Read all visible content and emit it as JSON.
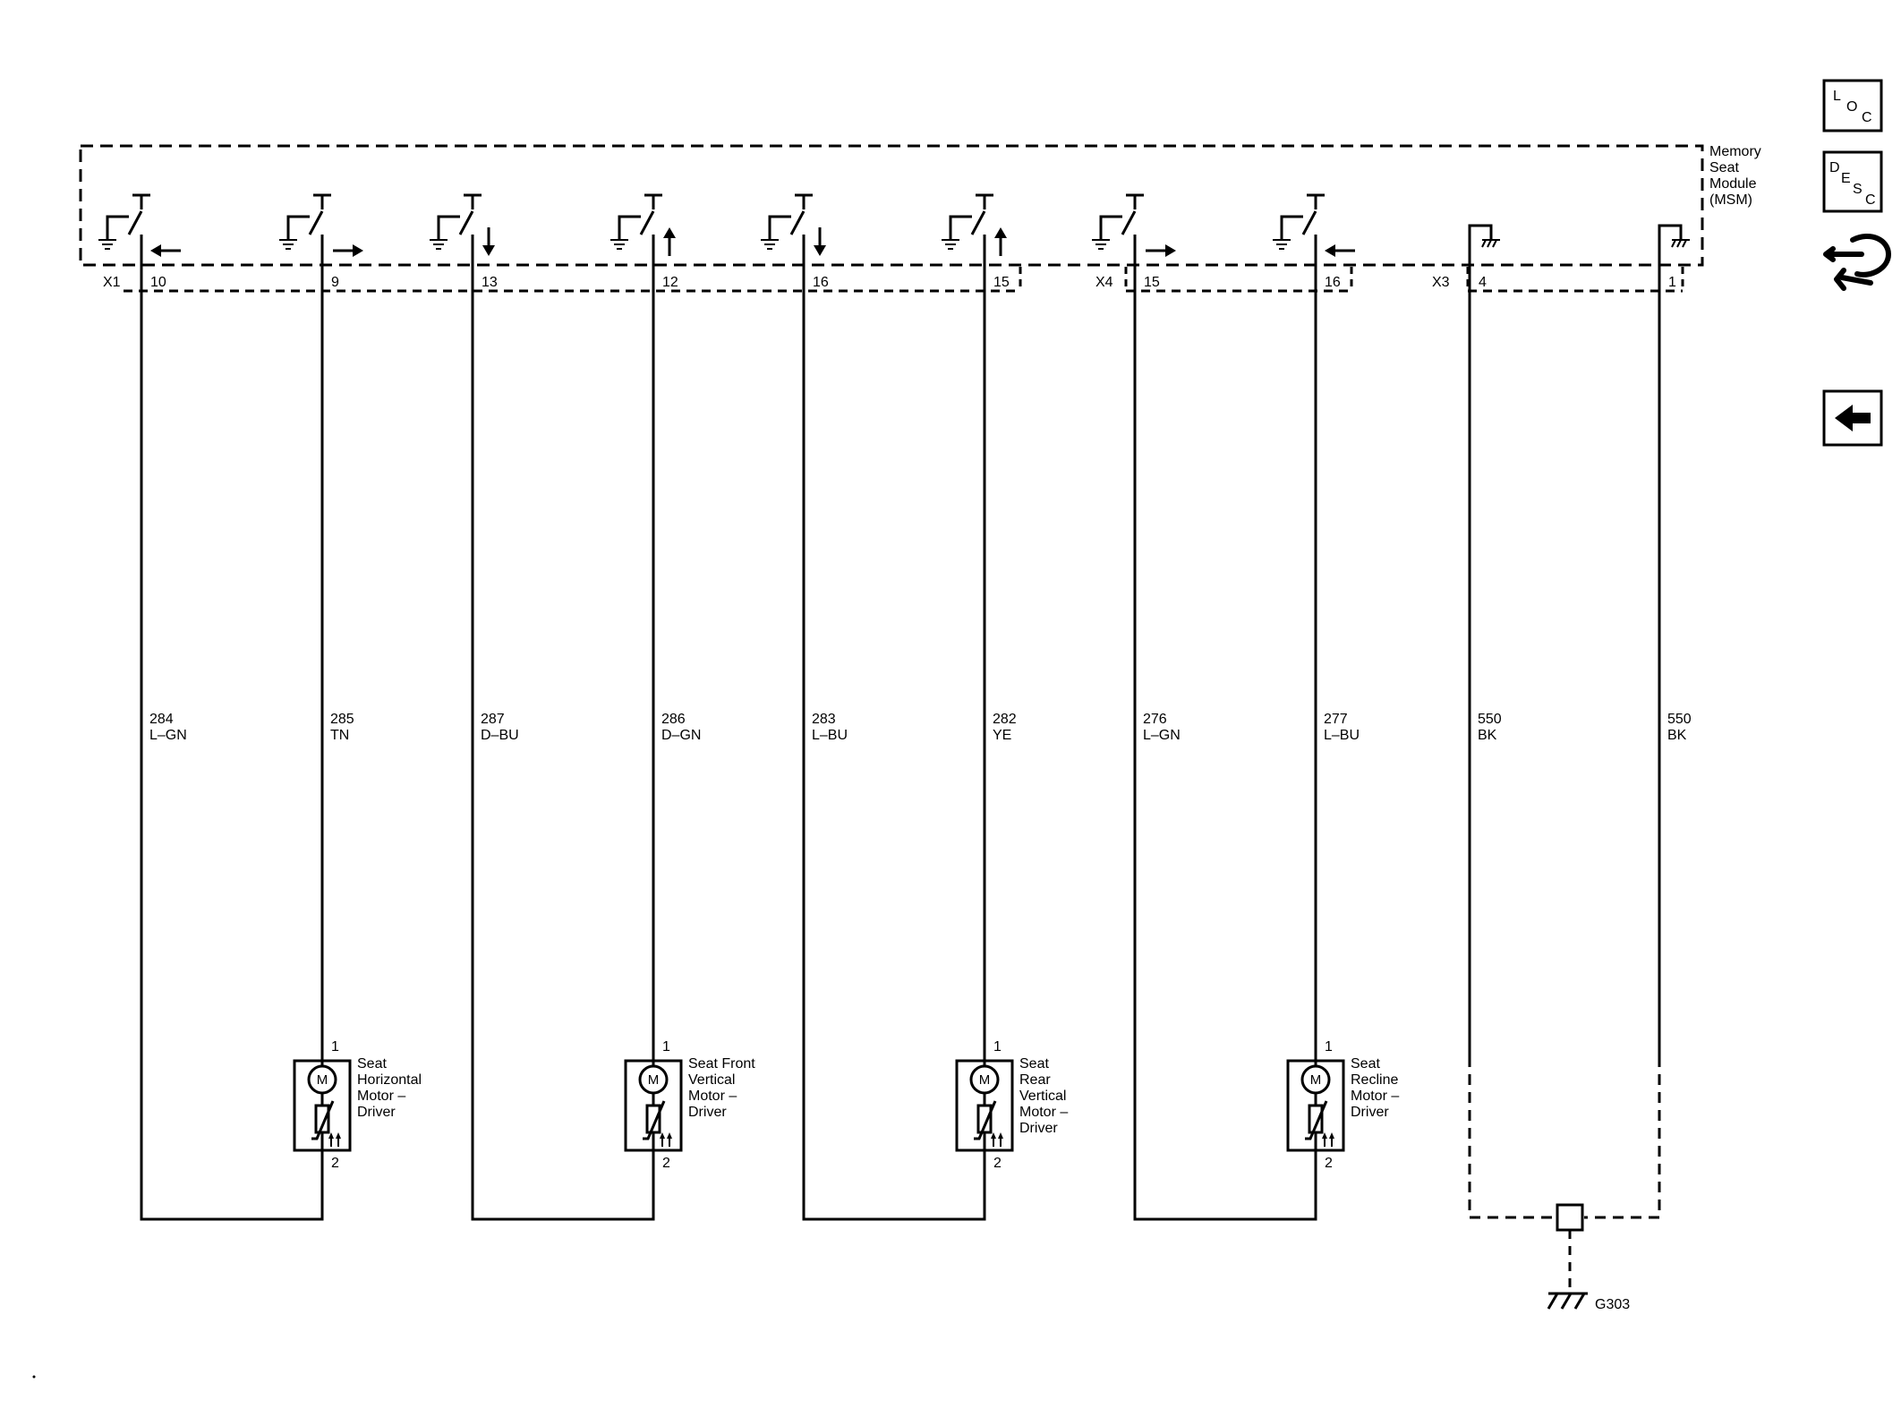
{
  "module": {
    "label_lines": [
      "Memory",
      "Seat",
      "Module",
      "(MSM)"
    ]
  },
  "connectors": [
    {
      "id": "X1"
    },
    {
      "id": "X4"
    },
    {
      "id": "X3"
    }
  ],
  "switches": [
    {
      "pin": "10",
      "arrow": "left"
    },
    {
      "pin": "9",
      "arrow": "right"
    },
    {
      "pin": "13",
      "arrow": "down"
    },
    {
      "pin": "12",
      "arrow": "up"
    },
    {
      "pin": "16",
      "arrow": "down"
    },
    {
      "pin": "15",
      "arrow": "up"
    },
    {
      "pin": "15",
      "arrow": "right"
    },
    {
      "pin": "16",
      "arrow": "left"
    }
  ],
  "grounds_in_module": [
    {
      "pin": "4"
    },
    {
      "pin": "1"
    }
  ],
  "wires": [
    {
      "circuit": "284",
      "color": "L–GN"
    },
    {
      "circuit": "285",
      "color": "TN"
    },
    {
      "circuit": "287",
      "color": "D–BU"
    },
    {
      "circuit": "286",
      "color": "D–GN"
    },
    {
      "circuit": "283",
      "color": "L–BU"
    },
    {
      "circuit": "282",
      "color": "YE"
    },
    {
      "circuit": "276",
      "color": "L–GN"
    },
    {
      "circuit": "277",
      "color": "L–BU"
    },
    {
      "circuit": "550",
      "color": "BK"
    },
    {
      "circuit": "550",
      "color": "BK"
    }
  ],
  "motors": [
    {
      "symbol": "M",
      "pin_top": "1",
      "pin_bottom": "2",
      "label_lines": [
        "Seat",
        "Horizontal",
        "Motor –",
        "Driver"
      ]
    },
    {
      "symbol": "M",
      "pin_top": "1",
      "pin_bottom": "2",
      "label_lines": [
        "Seat Front",
        "Vertical",
        "Motor –",
        "Driver"
      ]
    },
    {
      "symbol": "M",
      "pin_top": "1",
      "pin_bottom": "2",
      "label_lines": [
        "Seat",
        "Rear",
        "Vertical",
        "Motor –",
        "Driver"
      ]
    },
    {
      "symbol": "M",
      "pin_top": "1",
      "pin_bottom": "2",
      "label_lines": [
        "Seat",
        "Recline",
        "Motor –",
        "Driver"
      ]
    }
  ],
  "ground_point": {
    "label": "G303"
  },
  "nav_buttons": [
    {
      "name": "loc-button",
      "letters": [
        "L",
        "O",
        "C"
      ]
    },
    {
      "name": "desc-button",
      "letters": [
        "D",
        "E",
        "S",
        "C"
      ]
    },
    {
      "name": "connector-repair-button",
      "icon": "connector-repair-icon"
    },
    {
      "name": "back-button",
      "icon": "back-arrow-icon"
    }
  ]
}
